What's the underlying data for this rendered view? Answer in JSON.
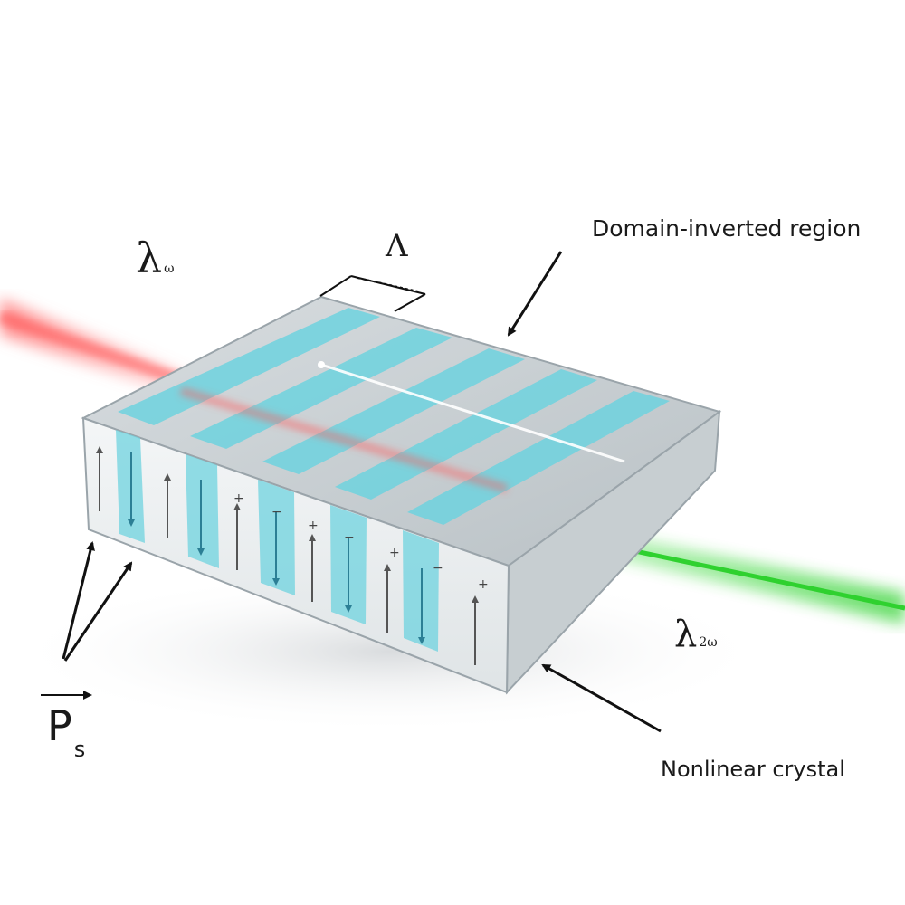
{
  "labels": {
    "lambda_omega": {
      "symbol": "λ",
      "subscript": "ω"
    },
    "period": "Λ",
    "domain_inverted_region": "Domain-inverted region",
    "lambda_2omega": {
      "symbol": "λ",
      "subscript": "2ω"
    },
    "nonlinear_crystal": "Nonlinear crystal",
    "polarization": {
      "symbol": "P",
      "subscript": "s"
    }
  },
  "polarity_marks": [
    "+",
    "−",
    "+",
    "−",
    "+",
    "−",
    "+"
  ],
  "colors": {
    "fundamental_beam": "#ff6b6b",
    "second_harmonic_beam": "#3ddc3d",
    "domain_stripe": "#6fd3df",
    "crystal_edge": "#9aa4aa",
    "arrow": "#111111"
  }
}
